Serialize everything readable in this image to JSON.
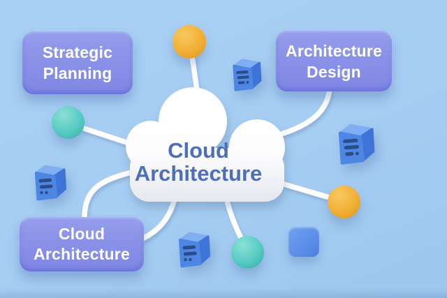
{
  "title": "Cloud Architecture diagram",
  "theme": {
    "background": "#A9CFF3",
    "background_edge": "#9CC7EF",
    "label_bg": "#8A92E8",
    "label_bg_light": "#959DEC",
    "label_bg_dark": "#7E86E2",
    "label_text": "#FFFFFF",
    "cloud_fill": "#FFFFFF",
    "cloud_shade": "#E4E7EE",
    "cloud_text": "#4D6FB7",
    "connector": "#FFFFFF",
    "sphere_orange": "#F1AF35",
    "sphere_orange_light": "#F8C95F",
    "sphere_orange_dark": "#D9951F",
    "sphere_teal": "#55CBC2",
    "sphere_teal_light": "#8CE0D6",
    "sphere_teal_dark": "#3BA8A4",
    "server_top_face": "#7FAEF3",
    "server_front": "#4D87E4",
    "server_side": "#3E74D8",
    "server_slot": "#2B4C89",
    "square_blue": "#5B8EE9"
  },
  "center_node": {
    "line1": "Cloud",
    "line2": "Architecture"
  },
  "labels": {
    "strategic_planning": {
      "line1": "Strategic",
      "line2": "Planning"
    },
    "architecture_design": {
      "line1": "Architecture",
      "line2": "Design"
    },
    "cloud_architecture": {
      "line1": "Cloud",
      "line2": "Architecture"
    }
  },
  "decorations": {
    "spheres": [
      {
        "name": "sphere-orange-top",
        "color": "#F1AF35"
      },
      {
        "name": "sphere-teal-left",
        "color": "#55CBC2"
      },
      {
        "name": "sphere-orange-right",
        "color": "#F1AF35"
      },
      {
        "name": "sphere-teal-bottom",
        "color": "#55CBC2"
      }
    ],
    "servers": [
      "server-icon-top",
      "server-icon-right",
      "server-icon-bottom",
      "server-icon-left"
    ],
    "square": {
      "name": "rounded-square-icon",
      "color": "#5B8EE9"
    },
    "connector_count": 7
  }
}
